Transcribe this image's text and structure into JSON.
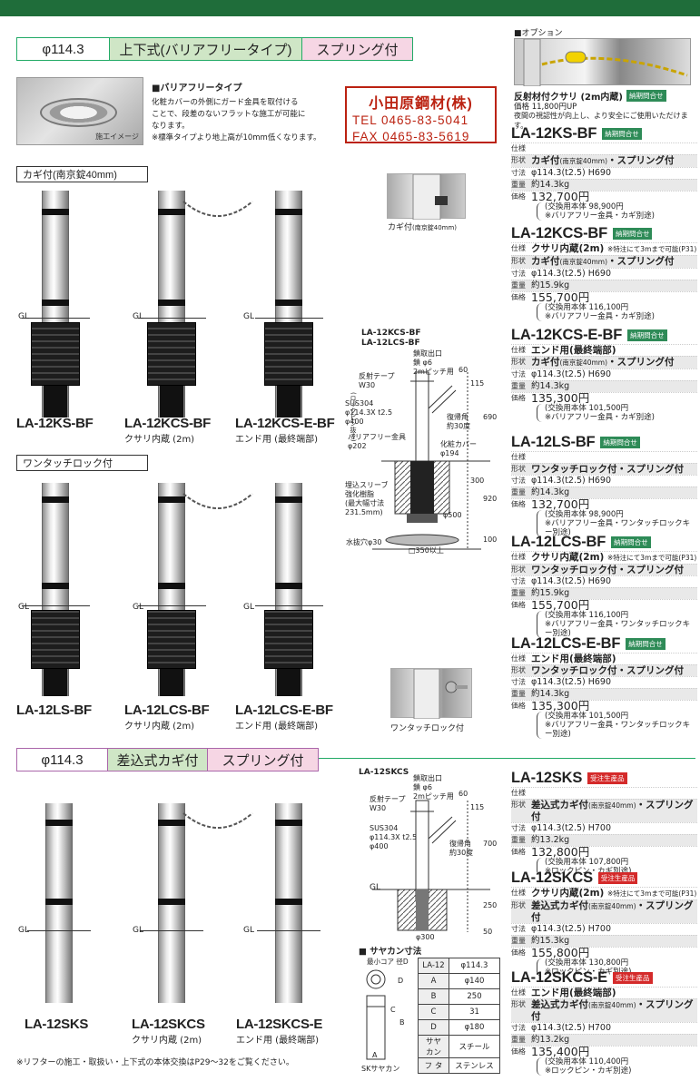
{
  "section1": {
    "diameter": "φ114.3",
    "type": "上下式(バリアフリータイプ)",
    "spring": "スプリング付"
  },
  "barrier_free": {
    "photo_caption": "施工イメージ",
    "title": "■バリアフリータイプ",
    "desc_1": "化粧カバーの外側にガード金具を取付ける",
    "desc_2": "ことで、段差のないフラットな施工が可能に",
    "desc_3": "なります。",
    "desc_4": "※標準タイプより地上高が10mm低くなります。"
  },
  "dealer": {
    "name": "小田原鋼材(株)",
    "tel": "TEL  0465-83-5041",
    "fax": "FAX  0465-83-5619"
  },
  "group_key": "カギ付(南京錠40mm)",
  "group_onetouch": "ワンタッチロック付",
  "gl": "GL",
  "products_key": [
    {
      "name": "LA-12KS-BF",
      "sub": ""
    },
    {
      "name": "LA-12KCS-BF",
      "sub": "クサリ内蔵 (2m)"
    },
    {
      "name": "LA-12KCS-E-BF",
      "sub": "エンド用 (最終端部)"
    }
  ],
  "products_onetouch": [
    {
      "name": "LA-12LS-BF",
      "sub": ""
    },
    {
      "name": "LA-12LCS-BF",
      "sub": "クサリ内蔵 (2m)"
    },
    {
      "name": "LA-12LCS-E-BF",
      "sub": "エンド用 (最終端部)"
    }
  ],
  "option": {
    "header": "■オプション",
    "name": "反射材付クサリ (2m内蔵)",
    "badge": "納期問合せ",
    "price": "価格 11,800円UP",
    "desc": "夜間の視認性が向上し、より安全にご使用いただけます。"
  },
  "photo_key_caption": "カギ付",
  "photo_key_caption_small": "(南京錠40mm)",
  "photo_lock_caption": "ワンタッチロック付",
  "diagram1": {
    "title_1": "LA-12KCS-BF",
    "title_2": "LA-12LCS-BF",
    "chain_1": "鎖取出口",
    "chain_2": "鎖 φ6",
    "chain_3": "2mピッチ用",
    "tape_1": "反射テープ",
    "tape_2": "W30",
    "sus_1": "SUS304",
    "sus_2": "φ114.3X t2.5",
    "sus_3": "φ400",
    "lockpin": "(ロックピン抜き)",
    "angle_1": "復帰角",
    "angle_2": "約30度",
    "guard_1": "バリアフリー金具",
    "guard_2": "φ202",
    "cover_1": "化粧カバー",
    "cover_2": "φ194",
    "sleeve_1": "埋込スリーブ",
    "sleeve_2": "強化樹脂",
    "sleeve_3": "(最大幅寸法",
    "sleeve_4": "231.5mm)",
    "drain": "水抜穴φ30",
    "d60": "60",
    "d115": "115",
    "d690": "690",
    "d300": "300",
    "d920": "920",
    "d500": "φ500",
    "d100": "100",
    "d350": "□350以上"
  },
  "specs_bf": [
    {
      "name": "LA-12KS-BF",
      "badge": "納期問合せ",
      "spec": "",
      "shape": "カギ付",
      "shape_small": "(南京錠40mm)",
      "shape_tail": "・スプリング付",
      "size": "φ114.3(t2.5) H690",
      "weight": "約14.3kg",
      "price": "132,700円",
      "p1": "(交換用本体  98,900円",
      "p2": "※バリアフリー金具・カギ別途)"
    },
    {
      "name": "LA-12KCS-BF",
      "badge": "納期問合せ",
      "spec": "クサリ内蔵(2m)",
      "spec_small": "※特注にて3mまで可能(P31)",
      "shape": "カギ付",
      "shape_small": "(南京錠40mm)",
      "shape_tail": "・スプリング付",
      "size": "φ114.3(t2.5) H690",
      "weight": "約15.9kg",
      "price": "155,700円",
      "p1": "(交換用本体  116,100円",
      "p2": "※バリアフリー金具・カギ別途)"
    },
    {
      "name": "LA-12KCS-E-BF",
      "badge": "納期問合せ",
      "spec": "エンド用(最終端部)",
      "shape": "カギ付",
      "shape_small": "(南京錠40mm)",
      "shape_tail": "・スプリング付",
      "size": "φ114.3(t2.5) H690",
      "weight": "約14.3kg",
      "price": "135,300円",
      "p1": "(交換用本体  101,500円",
      "p2": "※バリアフリー金具・カギ別途)"
    },
    {
      "name": "LA-12LS-BF",
      "badge": "納期問合せ",
      "spec": "",
      "shape": "ワンタッチロック付・スプリング付",
      "size": "φ114.3(t2.5) H690",
      "weight": "約14.3kg",
      "price": "132,700円",
      "p1": "(交換用本体  98,900円",
      "p2": "※バリアフリー金具・ワンタッチロックキー別途)"
    },
    {
      "name": "LA-12LCS-BF",
      "badge": "納期問合せ",
      "spec": "クサリ内蔵(2m)",
      "spec_small": "※特注にて3mまで可能(P31)",
      "shape": "ワンタッチロック付・スプリング付",
      "size": "φ114.3(t2.5) H690",
      "weight": "約15.9kg",
      "price": "155,700円",
      "p1": "(交換用本体  116,100円",
      "p2": "※バリアフリー金具・ワンタッチロックキー別途)"
    },
    {
      "name": "LA-12LCS-E-BF",
      "badge": "納期問合せ",
      "spec": "エンド用(最終端部)",
      "shape": "ワンタッチロック付・スプリング付",
      "size": "φ114.3(t2.5) H690",
      "weight": "約14.3kg",
      "price": "135,300円",
      "p1": "(交換用本体  101,500円",
      "p2": "※バリアフリー金具・ワンタッチロックキー別途)"
    }
  ],
  "labels": {
    "spec": "仕様",
    "shape": "形状",
    "size": "寸法",
    "weight": "重量",
    "price": "価格"
  },
  "section2": {
    "diameter": "φ114.3",
    "type": "差込式カギ付",
    "spring": "スプリング付"
  },
  "products_sk": [
    {
      "name": "LA-12SKS",
      "sub": ""
    },
    {
      "name": "LA-12SKCS",
      "sub": "クサリ内蔵 (2m)"
    },
    {
      "name": "LA-12SKCS-E",
      "sub": "エンド用 (最終端部)"
    }
  ],
  "diagram2": {
    "title": "LA-12SKCS",
    "chain_1": "鎖取出口",
    "chain_2": "鎖 φ6",
    "chain_3": "2mピッチ用",
    "tape_1": "反射テープ",
    "tape_2": "W30",
    "sus_1": "SUS304",
    "sus_2": "φ114.3X t2.5",
    "sus_3": "φ400",
    "angle_1": "復帰角",
    "angle_2": "約30度",
    "d60": "60",
    "d115": "115",
    "d700": "700",
    "d250": "250",
    "d50": "50",
    "d300": "φ300"
  },
  "sayakan": {
    "title": "■ サヤカン寸法",
    "core": "最小コア 径D",
    "sk": "SKサヤカン",
    "letters": [
      "D",
      "C",
      "B",
      "A"
    ],
    "rows": [
      {
        "k": "LA-12",
        "v": "φ114.3"
      },
      {
        "k": "A",
        "v": "φ140"
      },
      {
        "k": "B",
        "v": "250"
      },
      {
        "k": "C",
        "v": "31"
      },
      {
        "k": "D",
        "v": "φ180"
      },
      {
        "k": "サヤカン",
        "v": "スチール"
      },
      {
        "k": "フ タ",
        "v": "ステンレス"
      }
    ]
  },
  "specs_sk": [
    {
      "name": "LA-12SKS",
      "badge": "受注生産品",
      "spec": "",
      "shape": "差込式カギ付",
      "shape_small": "(南京錠40mm)",
      "shape_tail": "・スプリング付",
      "size": "φ114.3(t2.5) H700",
      "weight": "約13.2kg",
      "price": "132,800円",
      "p1": "(交換用本体  107,800円",
      "p2": "※ロックピン・カギ別途)"
    },
    {
      "name": "LA-12SKCS",
      "badge": "受注生産品",
      "spec": "クサリ内蔵(2m)",
      "spec_small": "※特注にて3mまで可能(P31)",
      "shape": "差込式カギ付",
      "shape_small": "(南京錠40mm)",
      "shape_tail": "・スプリング付",
      "size": "φ114.3(t2.5) H700",
      "weight": "約15.3kg",
      "price": "155,800円",
      "p1": "(交換用本体  130,800円",
      "p2": "※ロックピン・カギ別途)"
    },
    {
      "name": "LA-12SKCS-E",
      "badge": "受注生産品",
      "spec": "エンド用(最終端部)",
      "shape": "差込式カギ付",
      "shape_small": "(南京錠40mm)",
      "shape_tail": "・スプリング付",
      "size": "φ114.3(t2.5) H700",
      "weight": "約13.2kg",
      "price": "135,400円",
      "p1": "(交換用本体  110,400円",
      "p2": "※ロックピン・カギ別途)"
    }
  ],
  "footnote": "※リフターの施工・取扱い・上下式の本体交換はP29〜32をご覧ください。"
}
